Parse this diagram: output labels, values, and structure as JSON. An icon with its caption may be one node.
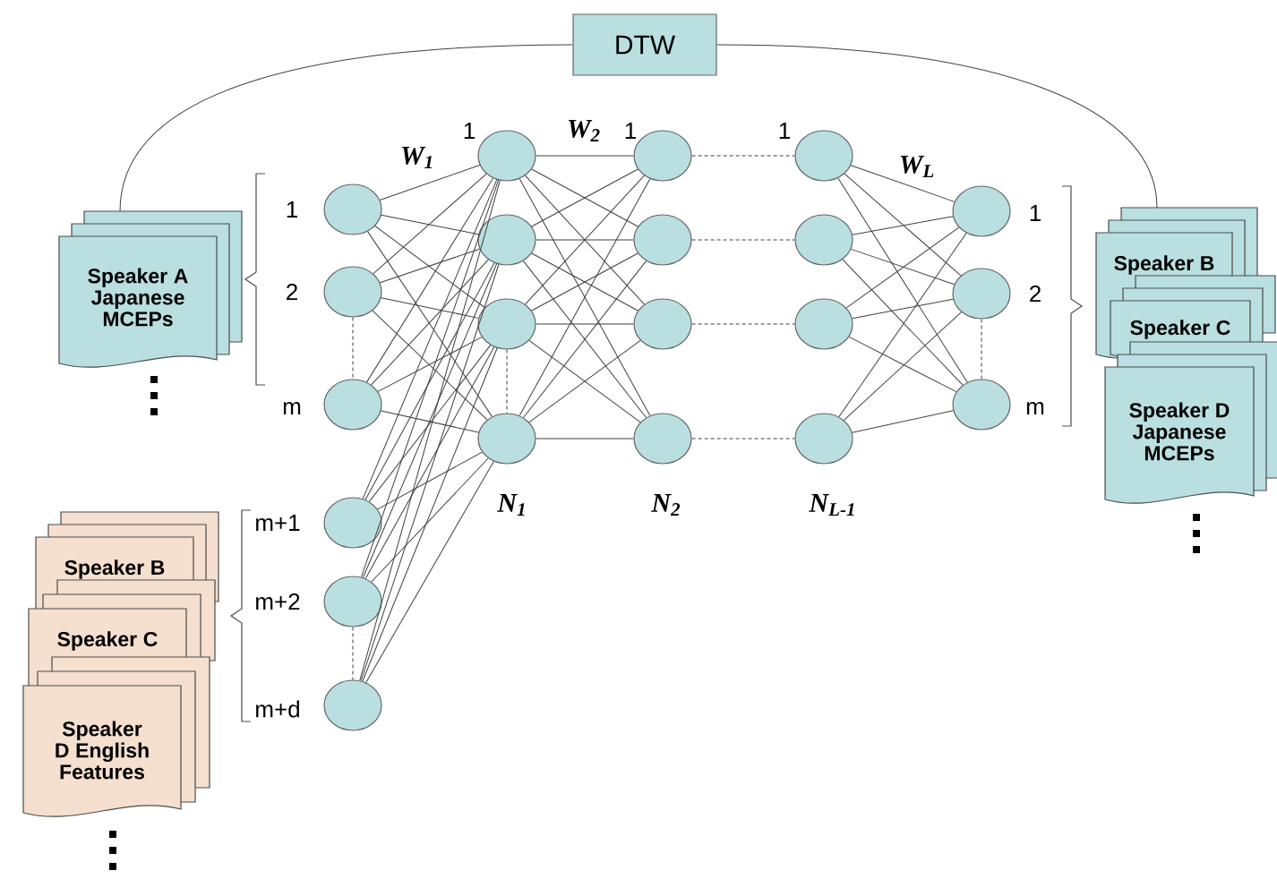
{
  "diagram": {
    "nodes": [
      {
        "text": [
          "DTW"
        ]
      },
      {
        "text": [
          "Speaker A Japanese MCEPs"
        ]
      },
      {
        "text": [],
        "shape": "circle",
        "beside": [
          "1"
        ]
      },
      {
        "text": [],
        "shape": "circle",
        "beside": [
          "2"
        ]
      },
      {
        "text": [],
        "shape": "circle",
        "beside": [
          "m"
        ]
      },
      {
        "text": [],
        "shape": "circle",
        "beside": [
          "m+1"
        ]
      },
      {
        "text": [],
        "shape": "circle",
        "beside": [
          "m+2"
        ]
      },
      {
        "text": [],
        "shape": "circle",
        "beside": [
          "m+d"
        ]
      },
      {
        "text": [],
        "shape": "circle",
        "beside": [
          "1"
        ]
      },
      {
        "text": [],
        "shape": "circle"
      },
      {
        "text": [],
        "shape": "circle"
      },
      {
        "text": [],
        "shape": "circle"
      },
      {
        "text": [],
        "shape": "circle",
        "beside": [
          "1"
        ]
      },
      {
        "text": [],
        "shape": "circle"
      },
      {
        "text": [],
        "shape": "circle"
      },
      {
        "text": [],
        "shape": "circle"
      },
      {
        "text": [],
        "shape": "circle",
        "beside": [
          "1"
        ]
      },
      {
        "text": [],
        "shape": "circle"
      },
      {
        "text": [],
        "shape": "circle"
      },
      {
        "text": [],
        "shape": "circle"
      },
      {
        "text": [],
        "shape": "circle",
        "beside": [
          "1"
        ]
      },
      {
        "text": [],
        "shape": "circle",
        "beside": [
          "2"
        ]
      },
      {
        "text": [],
        "shape": "circle",
        "beside": [
          "m"
        ]
      },
      {
        "text": [
          "Speaker B"
        ]
      },
      {
        "text": [
          "Speaker C"
        ]
      },
      {
        "text": [
          "Speaker D Japanese MCEPs"
        ]
      },
      {
        "text": [
          "Speaker B"
        ]
      },
      {
        "text": [
          "Speaker C"
        ]
      },
      {
        "text": [
          "Speaker D English Features"
        ]
      }
    ],
    "edges": [
      {
        "from": 0,
        "to": 1,
        "arrow": "none"
      },
      {
        "from": 0,
        "to": 23,
        "arrow": "none"
      },
      {
        "from": 2,
        "to": 8,
        "arrow": "none"
      },
      {
        "from": 2,
        "to": 9,
        "arrow": "none"
      },
      {
        "from": 2,
        "to": 10,
        "arrow": "none"
      },
      {
        "from": 2,
        "to": 11,
        "arrow": "none"
      },
      {
        "from": 3,
        "to": 8,
        "arrow": "none"
      },
      {
        "from": 3,
        "to": 9,
        "arrow": "none"
      },
      {
        "from": 3,
        "to": 10,
        "arrow": "none"
      },
      {
        "from": 3,
        "to": 11,
        "arrow": "none"
      },
      {
        "from": 4,
        "to": 8,
        "arrow": "none"
      },
      {
        "from": 4,
        "to": 9,
        "arrow": "none"
      },
      {
        "from": 4,
        "to": 10,
        "arrow": "none"
      },
      {
        "from": 4,
        "to": 11,
        "arrow": "none"
      },
      {
        "from": 5,
        "to": 8,
        "arrow": "none"
      },
      {
        "from": 5,
        "to": 9,
        "arrow": "none"
      },
      {
        "from": 5,
        "to": 10,
        "arrow": "none"
      },
      {
        "from": 5,
        "to": 11,
        "arrow": "none"
      },
      {
        "from": 6,
        "to": 8,
        "arrow": "none"
      },
      {
        "from": 6,
        "to": 9,
        "arrow": "none"
      },
      {
        "from": 6,
        "to": 10,
        "arrow": "none"
      },
      {
        "from": 6,
        "to": 11,
        "arrow": "none"
      },
      {
        "from": 7,
        "to": 8,
        "arrow": "none"
      },
      {
        "from": 7,
        "to": 9,
        "arrow": "none"
      },
      {
        "from": 7,
        "to": 10,
        "arrow": "none"
      },
      {
        "from": 7,
        "to": 11,
        "arrow": "none"
      },
      {
        "from": 8,
        "to": 12,
        "arrow": "none"
      },
      {
        "from": 8,
        "to": 13,
        "arrow": "none"
      },
      {
        "from": 8,
        "to": 14,
        "arrow": "none"
      },
      {
        "from": 8,
        "to": 15,
        "arrow": "none"
      },
      {
        "from": 9,
        "to": 12,
        "arrow": "none"
      },
      {
        "from": 9,
        "to": 13,
        "arrow": "none"
      },
      {
        "from": 9,
        "to": 14,
        "arrow": "none"
      },
      {
        "from": 9,
        "to": 15,
        "arrow": "none"
      },
      {
        "from": 10,
        "to": 12,
        "arrow": "none"
      },
      {
        "from": 10,
        "to": 13,
        "arrow": "none"
      },
      {
        "from": 10,
        "to": 14,
        "arrow": "none"
      },
      {
        "from": 10,
        "to": 15,
        "arrow": "none"
      },
      {
        "from": 11,
        "to": 12,
        "arrow": "none"
      },
      {
        "from": 11,
        "to": 13,
        "arrow": "none"
      },
      {
        "from": 11,
        "to": 14,
        "arrow": "none"
      },
      {
        "from": 11,
        "to": 15,
        "arrow": "none"
      },
      {
        "from": 12,
        "to": 16,
        "arrow": "none",
        "style": "dashed"
      },
      {
        "from": 13,
        "to": 17,
        "arrow": "none",
        "style": "dashed"
      },
      {
        "from": 14,
        "to": 18,
        "arrow": "none",
        "style": "dashed"
      },
      {
        "from": 15,
        "to": 19,
        "arrow": "none",
        "style": "dashed"
      },
      {
        "from": 16,
        "to": 20,
        "arrow": "none"
      },
      {
        "from": 16,
        "to": 21,
        "arrow": "none"
      },
      {
        "from": 16,
        "to": 22,
        "arrow": "none"
      },
      {
        "from": 17,
        "to": 20,
        "arrow": "none"
      },
      {
        "from": 17,
        "to": 21,
        "arrow": "none"
      },
      {
        "from": 17,
        "to": 22,
        "arrow": "none"
      },
      {
        "from": 18,
        "to": 20,
        "arrow": "none"
      },
      {
        "from": 18,
        "to": 21,
        "arrow": "none"
      },
      {
        "from": 18,
        "to": 22,
        "arrow": "none"
      },
      {
        "from": 19,
        "to": 20,
        "arrow": "none"
      },
      {
        "from": 19,
        "to": 21,
        "arrow": "none"
      },
      {
        "from": 19,
        "to": 22,
        "arrow": "none"
      },
      {
        "from": 3,
        "to": 4,
        "arrow": "none",
        "style": "dashed"
      },
      {
        "from": 6,
        "to": 7,
        "arrow": "none",
        "style": "dashed"
      },
      {
        "from": 10,
        "to": 11,
        "arrow": "none",
        "style": "dashed"
      },
      {
        "from": 21,
        "to": 22,
        "arrow": "none",
        "style": "dashed"
      }
    ],
    "labels": [
      "W$_{1}$",
      "W$_{2}$",
      "W$_{L}$",
      "N$_{1}$",
      "N$_{2}$",
      "N$_{L-1}$"
    ]
  }
}
